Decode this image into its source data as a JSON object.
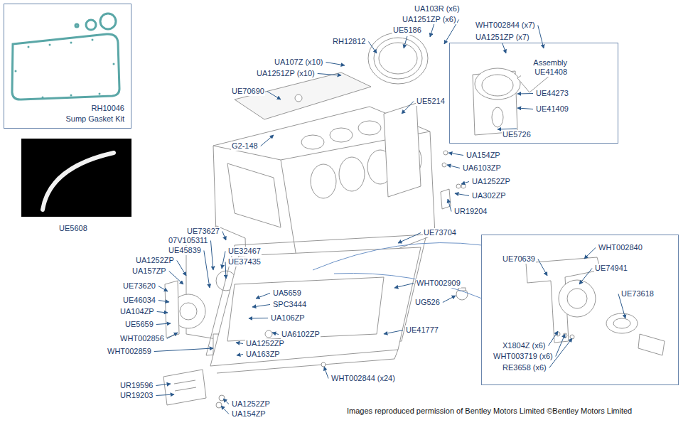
{
  "diagram": {
    "nodes": [
      {
        "text": [
          "RH10046",
          "Sump Gasket Kit"
        ]
      },
      {
        "text": [
          "Assembly UE41408",
          "UE44273",
          "UE41409",
          "UE5726"
        ]
      },
      {
        "text": [
          "UE70639",
          "WHT002840",
          "UE74941",
          "UE73618",
          "X1804Z (x6)",
          "WHT003719 (x6)",
          "RE3658 (x6)"
        ]
      }
    ],
    "labels": [
      "UA103R (x6)",
      "UA1251ZP (x6)",
      "UE5186",
      "RH12812",
      "WHT002844 (x7)",
      "UA1251ZP (x7)",
      "UA107Z (x10)",
      "UA1251ZP (x10)",
      "UE70690",
      "UE5214",
      "G2-148",
      "UA154ZP",
      "UA6103ZP",
      "UA1252ZP",
      "UA302ZP",
      "UR19204",
      "UE5608",
      "UE73627",
      "UE73704",
      "07V105311",
      "UE45839",
      "UE32467",
      "UE37435",
      "UA1252ZP",
      "UA157ZP",
      "WHT002909",
      "UE73620",
      "UA5659",
      "UE46034",
      "UG526",
      "SPC3444",
      "UA104ZP",
      "UA106ZP",
      "UE5659",
      "UE41777",
      "UA6102ZP",
      "WHT002856",
      "UA1252ZP",
      "WHT002859",
      "UA163ZP",
      "WHT002844 (x24)",
      "UR19596",
      "UR19203",
      "UA1252ZP",
      "UA154ZP",
      "Images reproduced permission of Bentley Motors Limited ©Bentley Motors Limited"
    ]
  }
}
